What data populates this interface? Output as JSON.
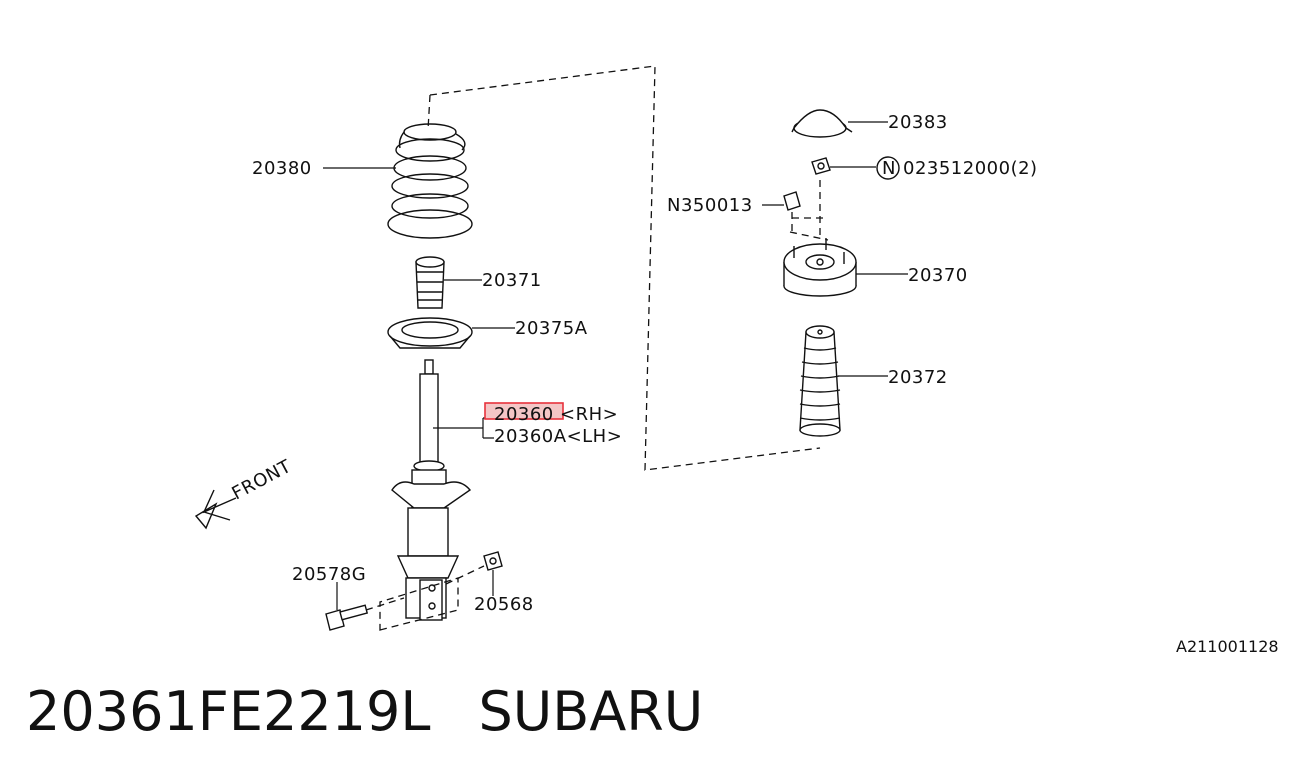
{
  "parts": {
    "p20380": "20380",
    "p20371": "20371",
    "p20375A": "20375A",
    "p20360_rh": "20360 <RH>",
    "p20360A_lh": "20360A<LH>",
    "p20578G": "20578G",
    "p20568": "20568",
    "p20383": "20383",
    "p023512000": "023512000(2)",
    "n_marker": "N",
    "pN350013": "N350013",
    "p20370": "20370",
    "p20372": "20372"
  },
  "front_label": "FRONT",
  "diagram_id": "A211001128",
  "footer": {
    "part_number": "20361FE2219L",
    "brand": "SUBARU"
  },
  "highlight_color": "#e8323c"
}
